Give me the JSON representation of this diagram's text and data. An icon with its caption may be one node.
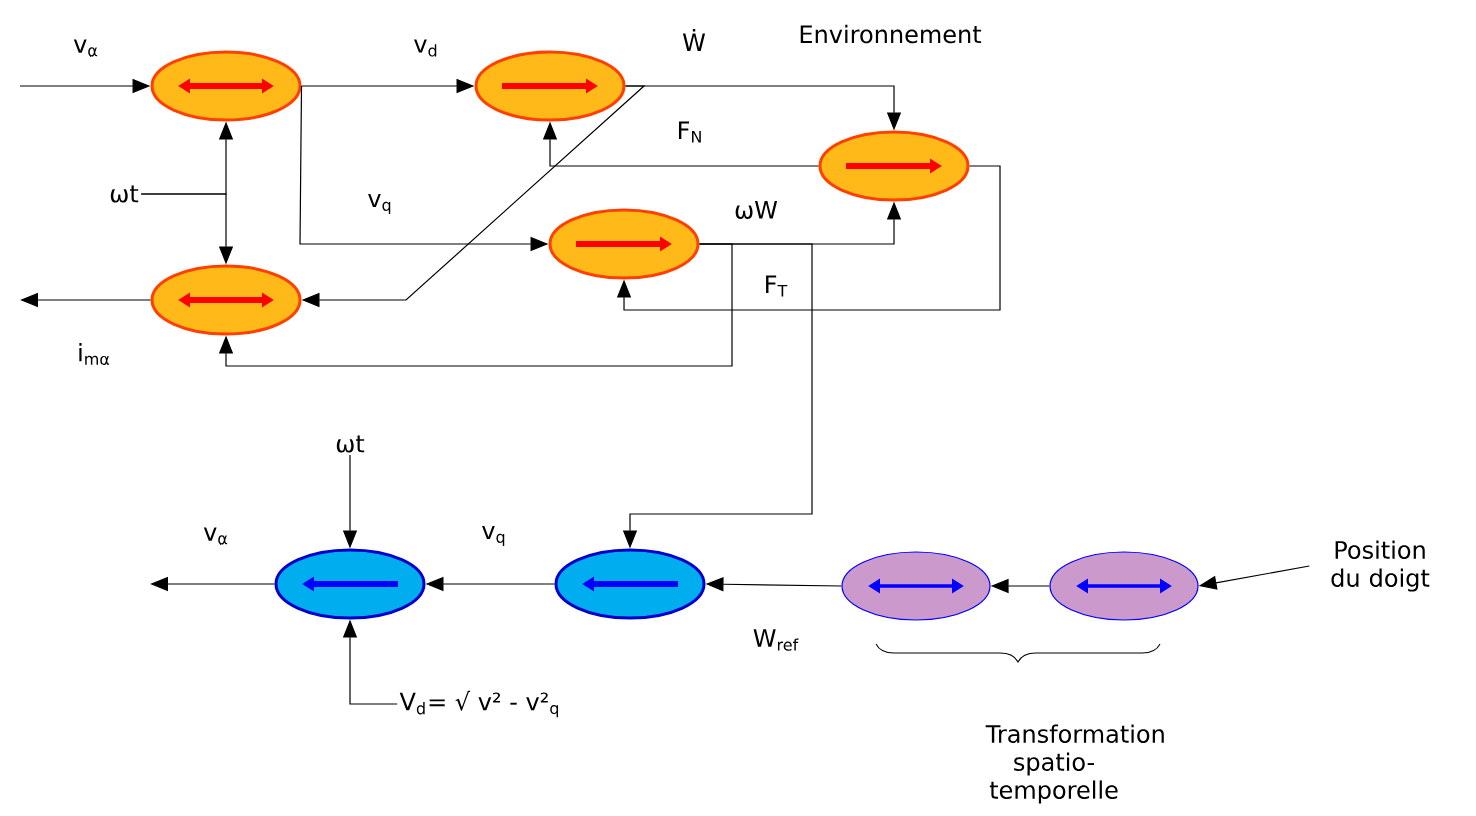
{
  "diagram": {
    "nodes": [
      {
        "text": [],
        "shape": "ellipse"
      },
      {
        "text": [],
        "shape": "ellipse"
      },
      {
        "text": [
          "ωt"
        ]
      },
      {
        "text": [],
        "shape": "ellipse"
      },
      {
        "text": [],
        "shape": "ellipse"
      },
      {
        "text": [],
        "shape": "ellipse"
      },
      {
        "text": [
          "ωt"
        ]
      },
      {
        "text": [],
        "shape": "ellipse"
      },
      {
        "text": [],
        "shape": "ellipse"
      },
      {
        "text": [],
        "shape": "ellipse"
      },
      {
        "text": [],
        "shape": "ellipse"
      },
      {
        "text": [
          "Position du doigt"
        ]
      },
      {
        "text": [
          "V$_{d}$= √ v² - v²$_{q}$"
        ]
      }
    ],
    "edges": [
      {
        "from": null,
        "to": 0,
        "arrow": "to",
        "label": "v$_{α}$"
      },
      {
        "from": 0,
        "to": 1,
        "arrow": "to",
        "label": "v$_{d}$"
      },
      {
        "from": 0,
        "to": 3,
        "arrow": "to",
        "label": "v$_{q}$"
      },
      {
        "from": 2,
        "to": 0,
        "arrow": "to"
      },
      {
        "from": 2,
        "to": 5,
        "arrow": "to"
      },
      {
        "from": 5,
        "to": null,
        "arrow": "to",
        "label": "i$_{mα}$"
      },
      {
        "from": 1,
        "to": 4,
        "arrow": "to",
        "label": "Ẇ"
      },
      {
        "from": 1,
        "to": 5,
        "arrow": "to"
      },
      {
        "from": 4,
        "to": 1,
        "arrow": "to",
        "label": "F$_{N}$"
      },
      {
        "from": 3,
        "to": 4,
        "arrow": "to",
        "label": "ωW"
      },
      {
        "from": 3,
        "to": 5,
        "arrow": "to"
      },
      {
        "from": 4,
        "to": 3,
        "arrow": "to",
        "label": "F$_{T}$"
      },
      {
        "from": 3,
        "to": 8,
        "arrow": "to"
      },
      {
        "from": 8,
        "to": 7,
        "arrow": "to",
        "label": "v$_{q}$"
      },
      {
        "from": 7,
        "to": null,
        "arrow": "to",
        "label": "v$_{α}$"
      },
      {
        "from": 6,
        "to": 7,
        "arrow": "to"
      },
      {
        "from": 12,
        "to": 7,
        "arrow": "to"
      },
      {
        "from": 11,
        "to": 10,
        "arrow": "to"
      },
      {
        "from": 10,
        "to": 9,
        "arrow": "to"
      },
      {
        "from": 9,
        "to": 8,
        "arrow": "to",
        "label": "W$_{ref}$"
      }
    ],
    "labels": [
      "Environnement",
      "Transformation spatio-temporelle"
    ]
  }
}
